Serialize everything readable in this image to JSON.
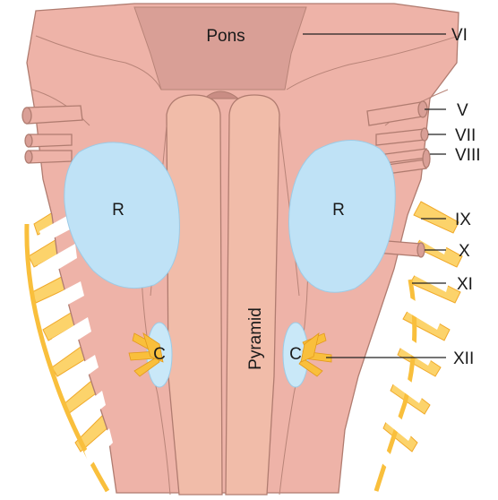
{
  "diagram": {
    "regions": {
      "pons": "Pons",
      "pyramid": "Pyramid",
      "r_left": "R",
      "r_right": "R",
      "c_left": "C",
      "c_right": "C"
    },
    "nerves": {
      "vi": "VI",
      "v": "V",
      "vii": "VII",
      "viii": "VIII",
      "ix": "IX",
      "x": "X",
      "xi": "XI",
      "xii": "XII"
    },
    "colors": {
      "tissue": "#eeb3a8",
      "tissue_light": "#f3c2b6",
      "pons": "#d99f96",
      "pyramid": "#f1bca9",
      "r_nucleus": "#bfe2f6",
      "c_nucleus": "#c9e8f8",
      "nerve_yellow": "#f9bf3c",
      "nerve_yellow_light": "#fcd36b",
      "outline": "#b07c70"
    }
  }
}
